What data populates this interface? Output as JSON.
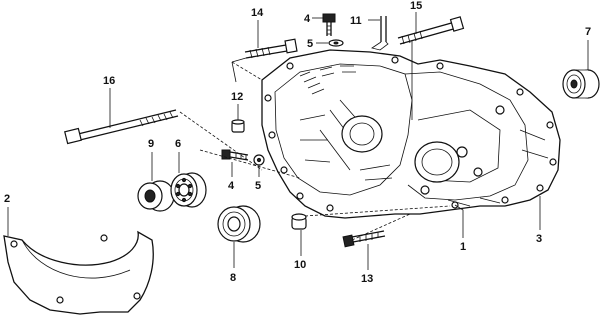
{
  "diagram": {
    "callouts": [
      {
        "id": "c1",
        "text": "1"
      },
      {
        "id": "c2",
        "text": "2"
      },
      {
        "id": "c3",
        "text": "3"
      },
      {
        "id": "c4a",
        "text": "4"
      },
      {
        "id": "c4b",
        "text": "4"
      },
      {
        "id": "c5a",
        "text": "5"
      },
      {
        "id": "c5b",
        "text": "5"
      },
      {
        "id": "c6",
        "text": "6"
      },
      {
        "id": "c7",
        "text": "7"
      },
      {
        "id": "c8",
        "text": "8"
      },
      {
        "id": "c9",
        "text": "9"
      },
      {
        "id": "c10",
        "text": "10"
      },
      {
        "id": "c11",
        "text": "11"
      },
      {
        "id": "c12",
        "text": "12"
      },
      {
        "id": "c13",
        "text": "13"
      },
      {
        "id": "c14",
        "text": "14"
      },
      {
        "id": "c15",
        "text": "15"
      },
      {
        "id": "c16",
        "text": "16"
      }
    ]
  }
}
